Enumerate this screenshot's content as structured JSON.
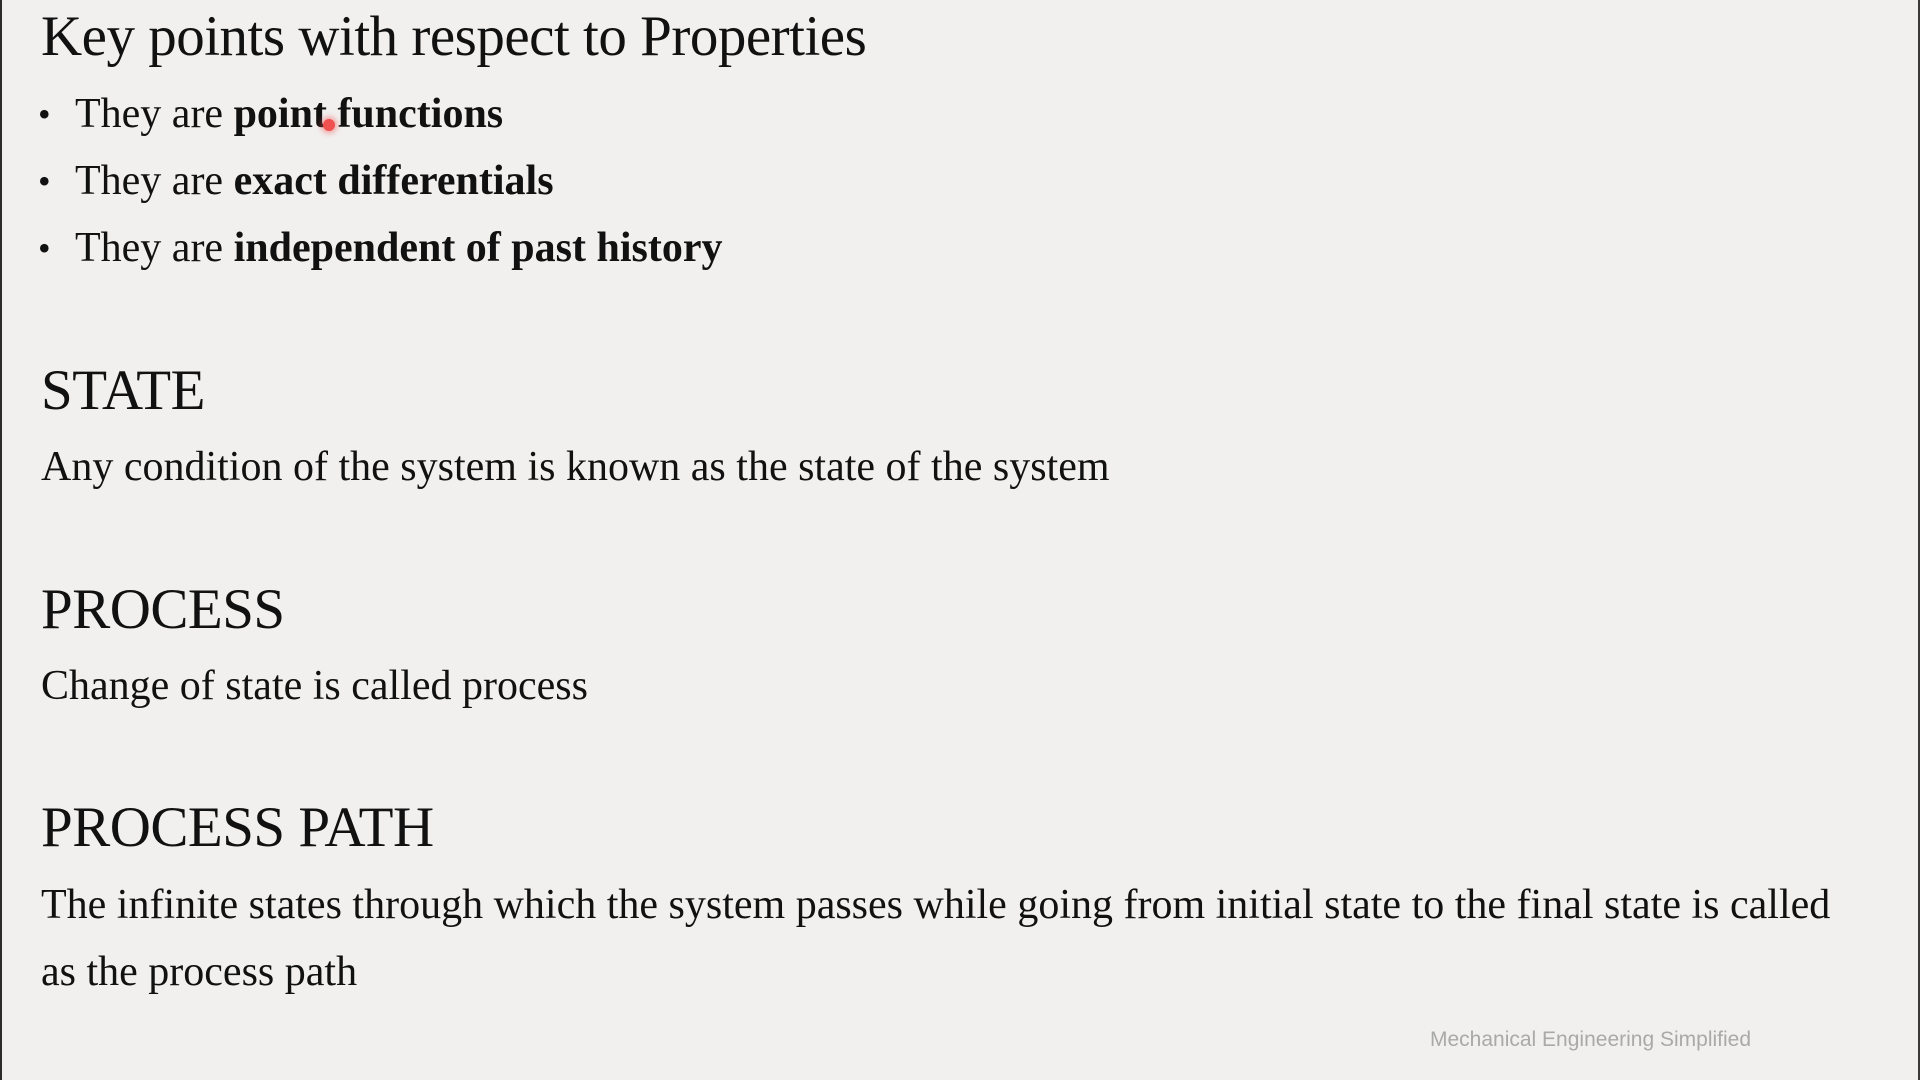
{
  "slide": {
    "title": "Key points with respect to Properties",
    "bullets": [
      {
        "prefix": "They are ",
        "bold": "point functions"
      },
      {
        "prefix": "They are ",
        "bold": "exact differentials"
      },
      {
        "prefix": "They are ",
        "bold": "independent of past history"
      }
    ],
    "bullet_glyph": "•",
    "sections": {
      "state": {
        "title": "STATE",
        "body": "Any condition of the system is known as the state of the system"
      },
      "process": {
        "title": "PROCESS",
        "body": "Change of state is called process"
      },
      "process_path": {
        "title": "PROCESS PATH",
        "body": "The infinite states through which the system passes while going from initial state to the final state is called as the process path"
      }
    },
    "watermark": "Mechanical Engineering Simplified"
  },
  "colors": {
    "background": "#f1f0ef",
    "text": "#111111",
    "pointer": "#f05050",
    "watermark": "#a9a9a9"
  }
}
